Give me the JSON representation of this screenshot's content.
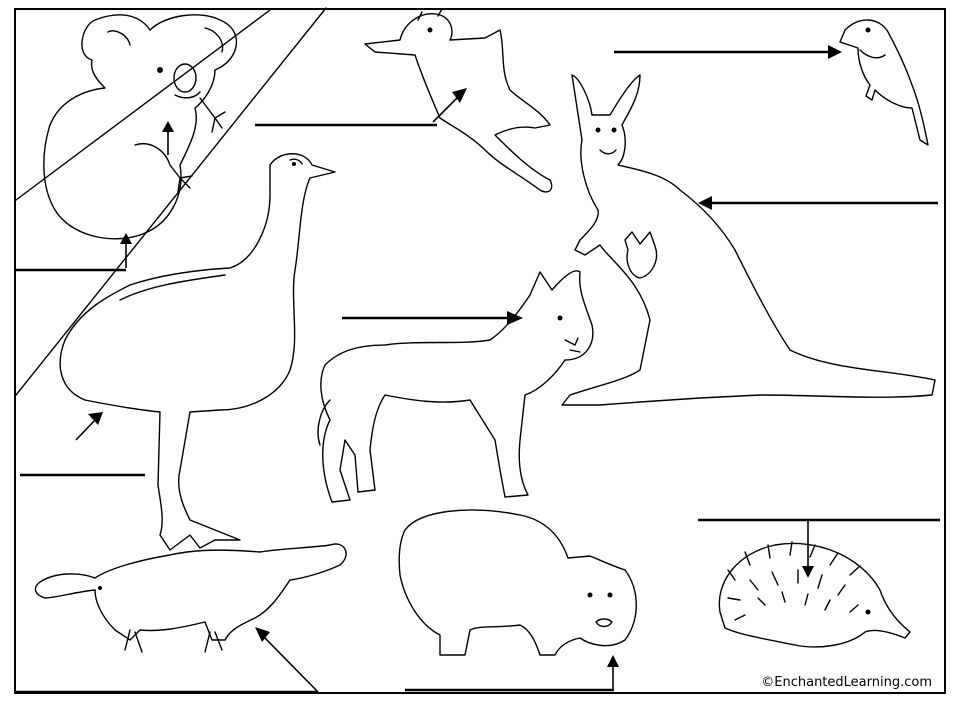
{
  "credit": "©EnchantedLearning.com",
  "colors": {
    "ink": "#000000",
    "paper": "#ffffff"
  },
  "animals": [
    {
      "key": "koala"
    },
    {
      "key": "sugar-glider"
    },
    {
      "key": "kookaburra"
    },
    {
      "key": "emu"
    },
    {
      "key": "kangaroo"
    },
    {
      "key": "dingo"
    },
    {
      "key": "platypus"
    },
    {
      "key": "wombat"
    },
    {
      "key": "echidna"
    }
  ]
}
